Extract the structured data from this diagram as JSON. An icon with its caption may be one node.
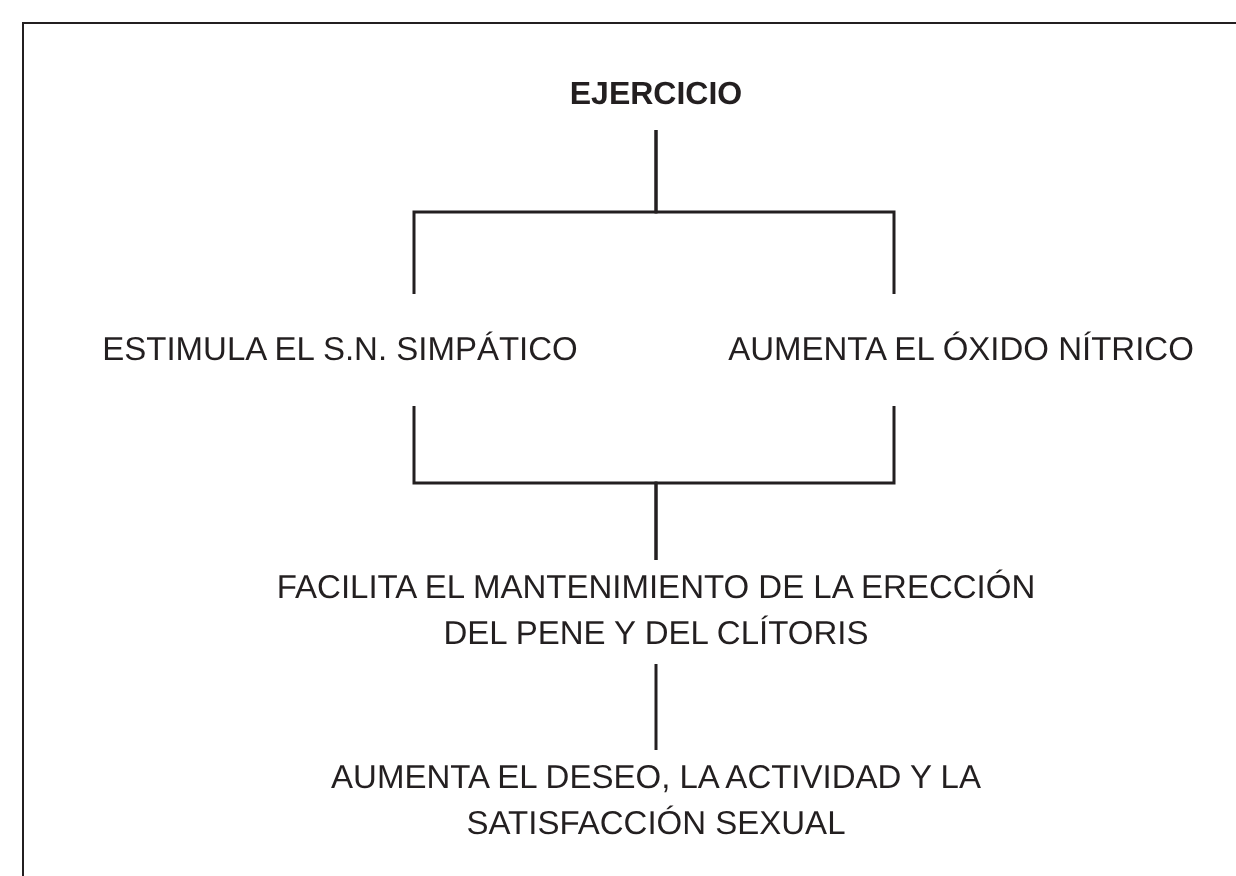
{
  "diagram": {
    "nodes": [
      {
        "text": [
          "EJERCICIO"
        ]
      },
      {
        "text": [
          "ESTIMULA EL S.N. SIMPÁTICO"
        ]
      },
      {
        "text": [
          "AUMENTA EL ÓXIDO NÍTRICO"
        ]
      },
      {
        "text": [
          "FACILITA EL MANTENIMIENTO DE LA ERECCIÓN DEL PENE Y DEL CLÍTORIS"
        ]
      },
      {
        "text": [
          "AUMENTA EL DESEO, LA ACTIVIDAD Y LA SATISFACCIÓN SEXUAL"
        ]
      }
    ],
    "edges": [
      {
        "from": 0,
        "to": 1,
        "arrow": "none"
      },
      {
        "from": 0,
        "to": 2,
        "arrow": "none"
      },
      {
        "from": 1,
        "to": 3,
        "arrow": "none"
      },
      {
        "from": 2,
        "to": 3,
        "arrow": "none"
      },
      {
        "from": 3,
        "to": 4,
        "arrow": "none"
      }
    ]
  }
}
